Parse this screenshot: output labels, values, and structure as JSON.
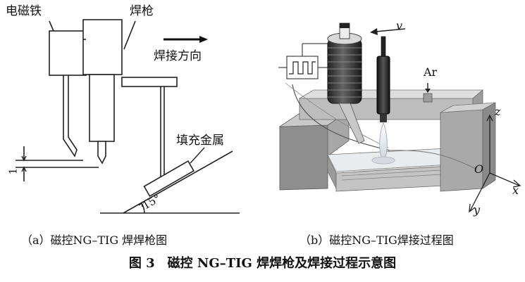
{
  "panel_a": {
    "electromagnet": "电磁铁",
    "torch": "焊枪",
    "direction": "焊接方向",
    "filler": "填充金属",
    "gap": "1",
    "angle": "15°",
    "caption": "（a）磁控NG–TIG 焊焊枪图"
  },
  "panel_b": {
    "velocity": "v",
    "gas": "Ar",
    "axis_z": "z",
    "axis_x": "x",
    "axis_y": "y",
    "origin": "O",
    "caption": "（b）磁控NG–TIG焊接过程图"
  },
  "figure_caption": "图 3　磁控 NG–TIG 焊焊枪及焊接过程示意图"
}
